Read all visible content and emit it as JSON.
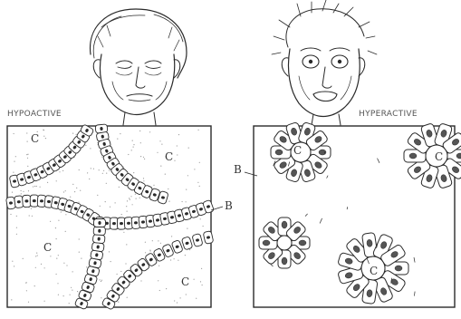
{
  "panels": {
    "left_label": "HYPOACTIVE",
    "right_label": "HYPERACTIVE"
  },
  "markers": {
    "colloid": "C",
    "blood_vessel": "B"
  },
  "colors": {
    "ink": "#2a2a2a",
    "stipple": "#9a9a9a",
    "paper": "#ffffff"
  }
}
